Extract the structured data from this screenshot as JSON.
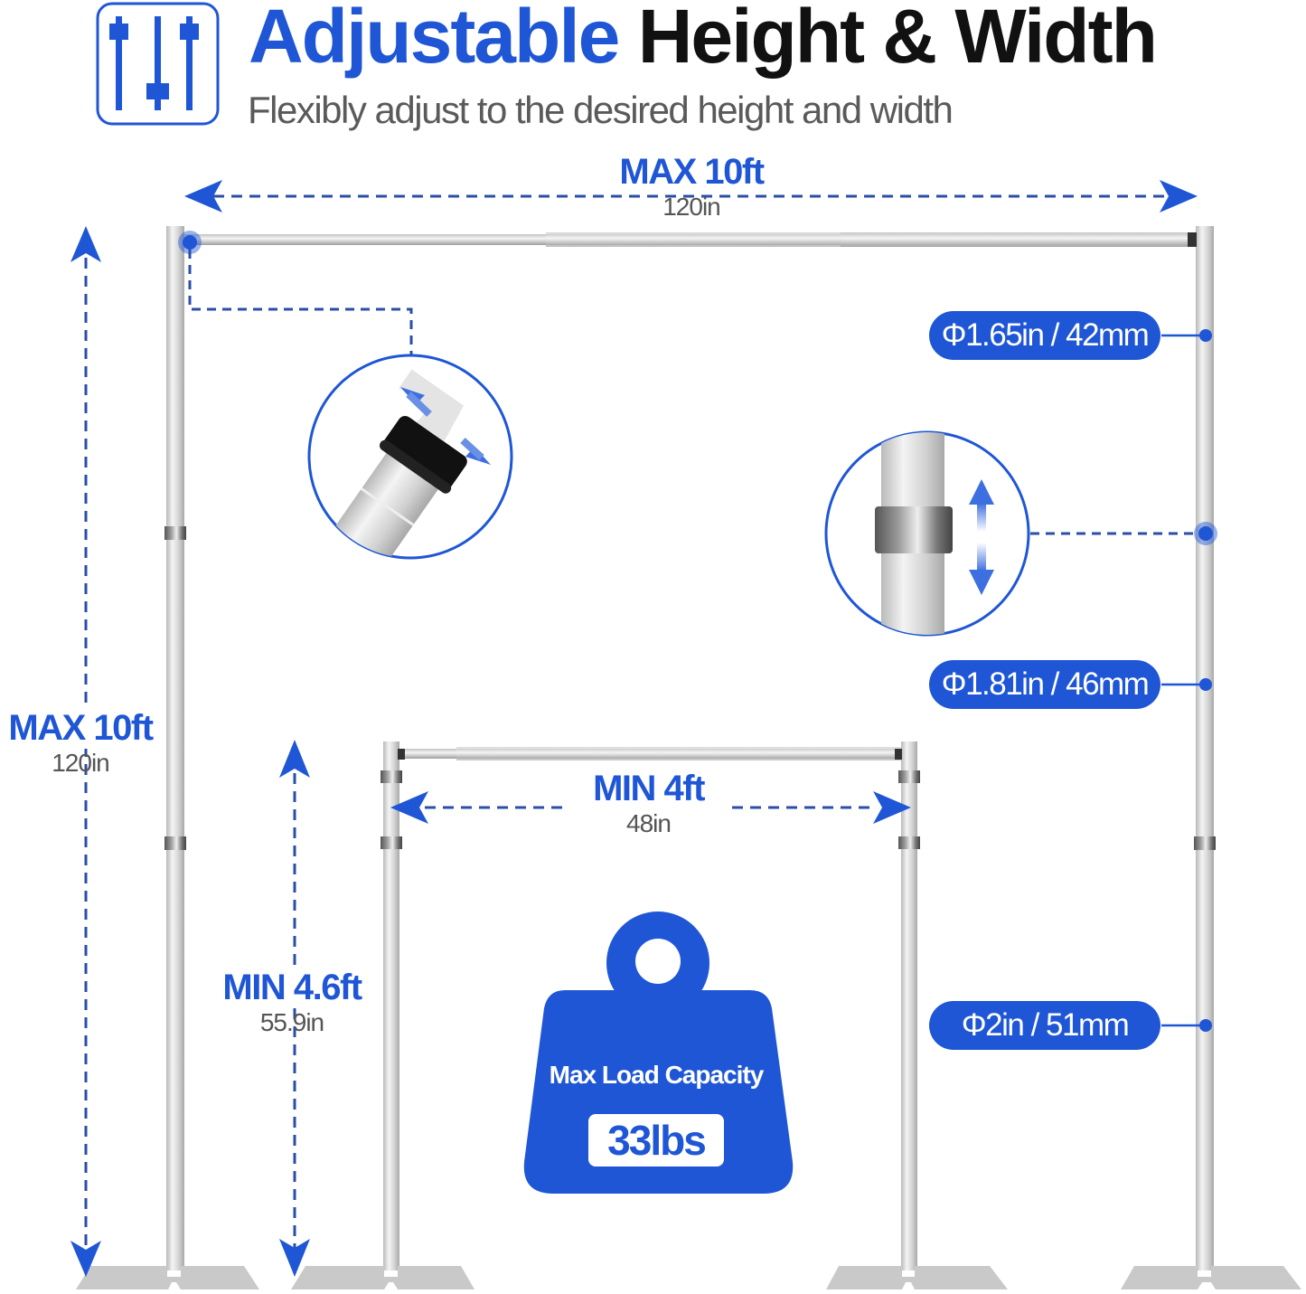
{
  "header": {
    "icon": "sliders-adjust-icon",
    "title_highlight": "Adjustable",
    "title_rest": "Height & Width",
    "subtitle": "Flexibly adjust to the desired height and width"
  },
  "dimensions": {
    "max_width": {
      "main": "MAX 10ft",
      "sub": "120in"
    },
    "max_height": {
      "main": "MAX 10ft",
      "sub": "120in"
    },
    "min_width": {
      "main": "MIN 4ft",
      "sub": "48in"
    },
    "min_height": {
      "main": "MIN 4.6ft",
      "sub": "55.9in"
    }
  },
  "tube_diameters": [
    {
      "label": "Φ1.65in / 42mm"
    },
    {
      "label": "Φ1.81in / 46mm"
    },
    {
      "label": "Φ2in / 51mm"
    }
  ],
  "load_capacity": {
    "icon": "weight-icon",
    "label": "Max Load Capacity",
    "value": "33lbs"
  },
  "detail_callouts": [
    {
      "icon": "crossbar-end-cap-detail",
      "arrows": "diagonal-double-arrow"
    },
    {
      "icon": "pole-collar-detail",
      "arrows": "vertical-double-arrow"
    }
  ],
  "colors": {
    "accent": "#1f56d6",
    "dash": "#2a4fa8",
    "text_dark": "#111111",
    "text_gray": "#555555",
    "pole": "#d4d4d4"
  }
}
